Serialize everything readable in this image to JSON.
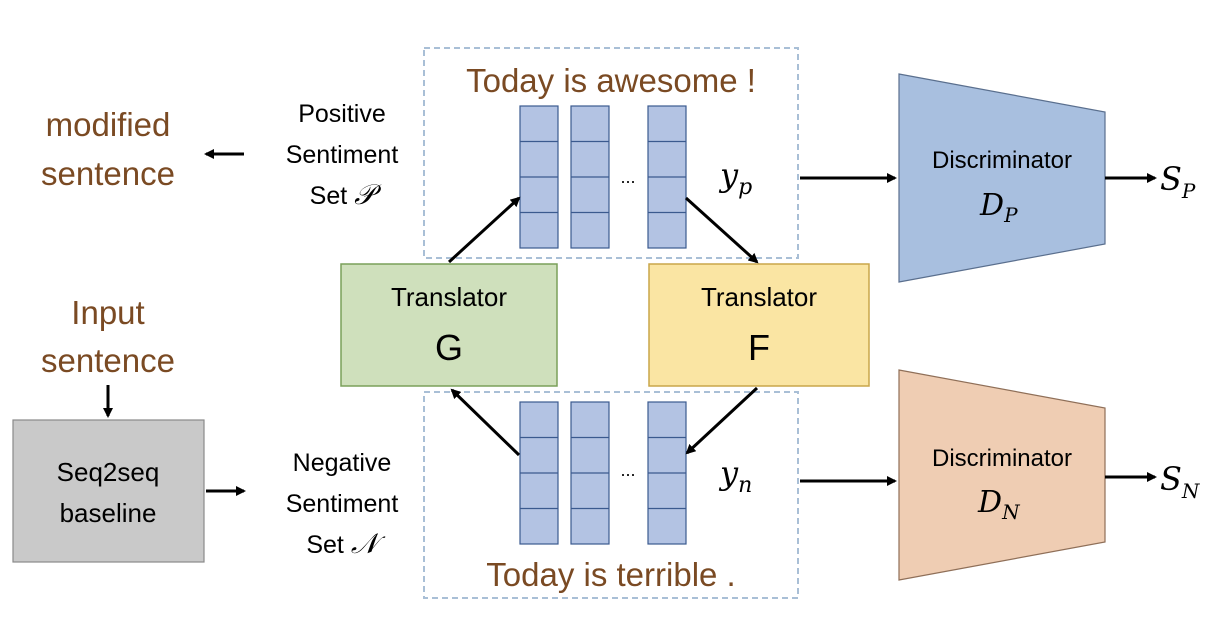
{
  "colors": {
    "brown_text": "#7a4a23",
    "black": "#000000",
    "dashed_border": "#a9bfd6",
    "vector_fill": "#b3c3e3",
    "vector_stroke": "#3b5a8f",
    "translator_g_fill": "#cfe0bc",
    "translator_g_stroke": "#7aa05a",
    "translator_f_fill": "#fae5a3",
    "translator_f_stroke": "#c9a64a",
    "disc_p_fill": "#a8bfdf",
    "disc_n_fill": "#efcdb3",
    "seq2seq_fill": "#c9c9c9"
  },
  "left": {
    "modified_sentence_line1": "modified",
    "modified_sentence_line2": "sentence",
    "input_sentence_line1": "Input",
    "input_sentence_line2": "sentence",
    "seq2seq_line1": "Seq2seq",
    "seq2seq_line2": "baseline"
  },
  "sets": {
    "positive_line1": "Positive",
    "positive_line2": "Sentiment",
    "positive_line3_prefix": "Set",
    "positive_symbol": "𝒫",
    "negative_line1": "Negative",
    "negative_line2": "Sentiment",
    "negative_line3_prefix": "Set",
    "negative_symbol": "𝒩"
  },
  "sentences": {
    "positive": "Today is awesome !",
    "negative": "Today is terrible ."
  },
  "vectors": {
    "ellipsis": "...",
    "yp_base": "y",
    "yp_sub": "p",
    "yn_base": "y",
    "yn_sub": "n"
  },
  "translators": {
    "g_label": "Translator",
    "g_letter": "G",
    "f_label": "Translator",
    "f_letter": "F"
  },
  "discriminators": {
    "p_label": "Discriminator",
    "p_base": "D",
    "p_sub": "P",
    "n_label": "Discriminator",
    "n_base": "D",
    "n_sub": "N"
  },
  "outputs": {
    "sp_base": "S",
    "sp_sub": "P",
    "sn_base": "S",
    "sn_sub": "N"
  }
}
